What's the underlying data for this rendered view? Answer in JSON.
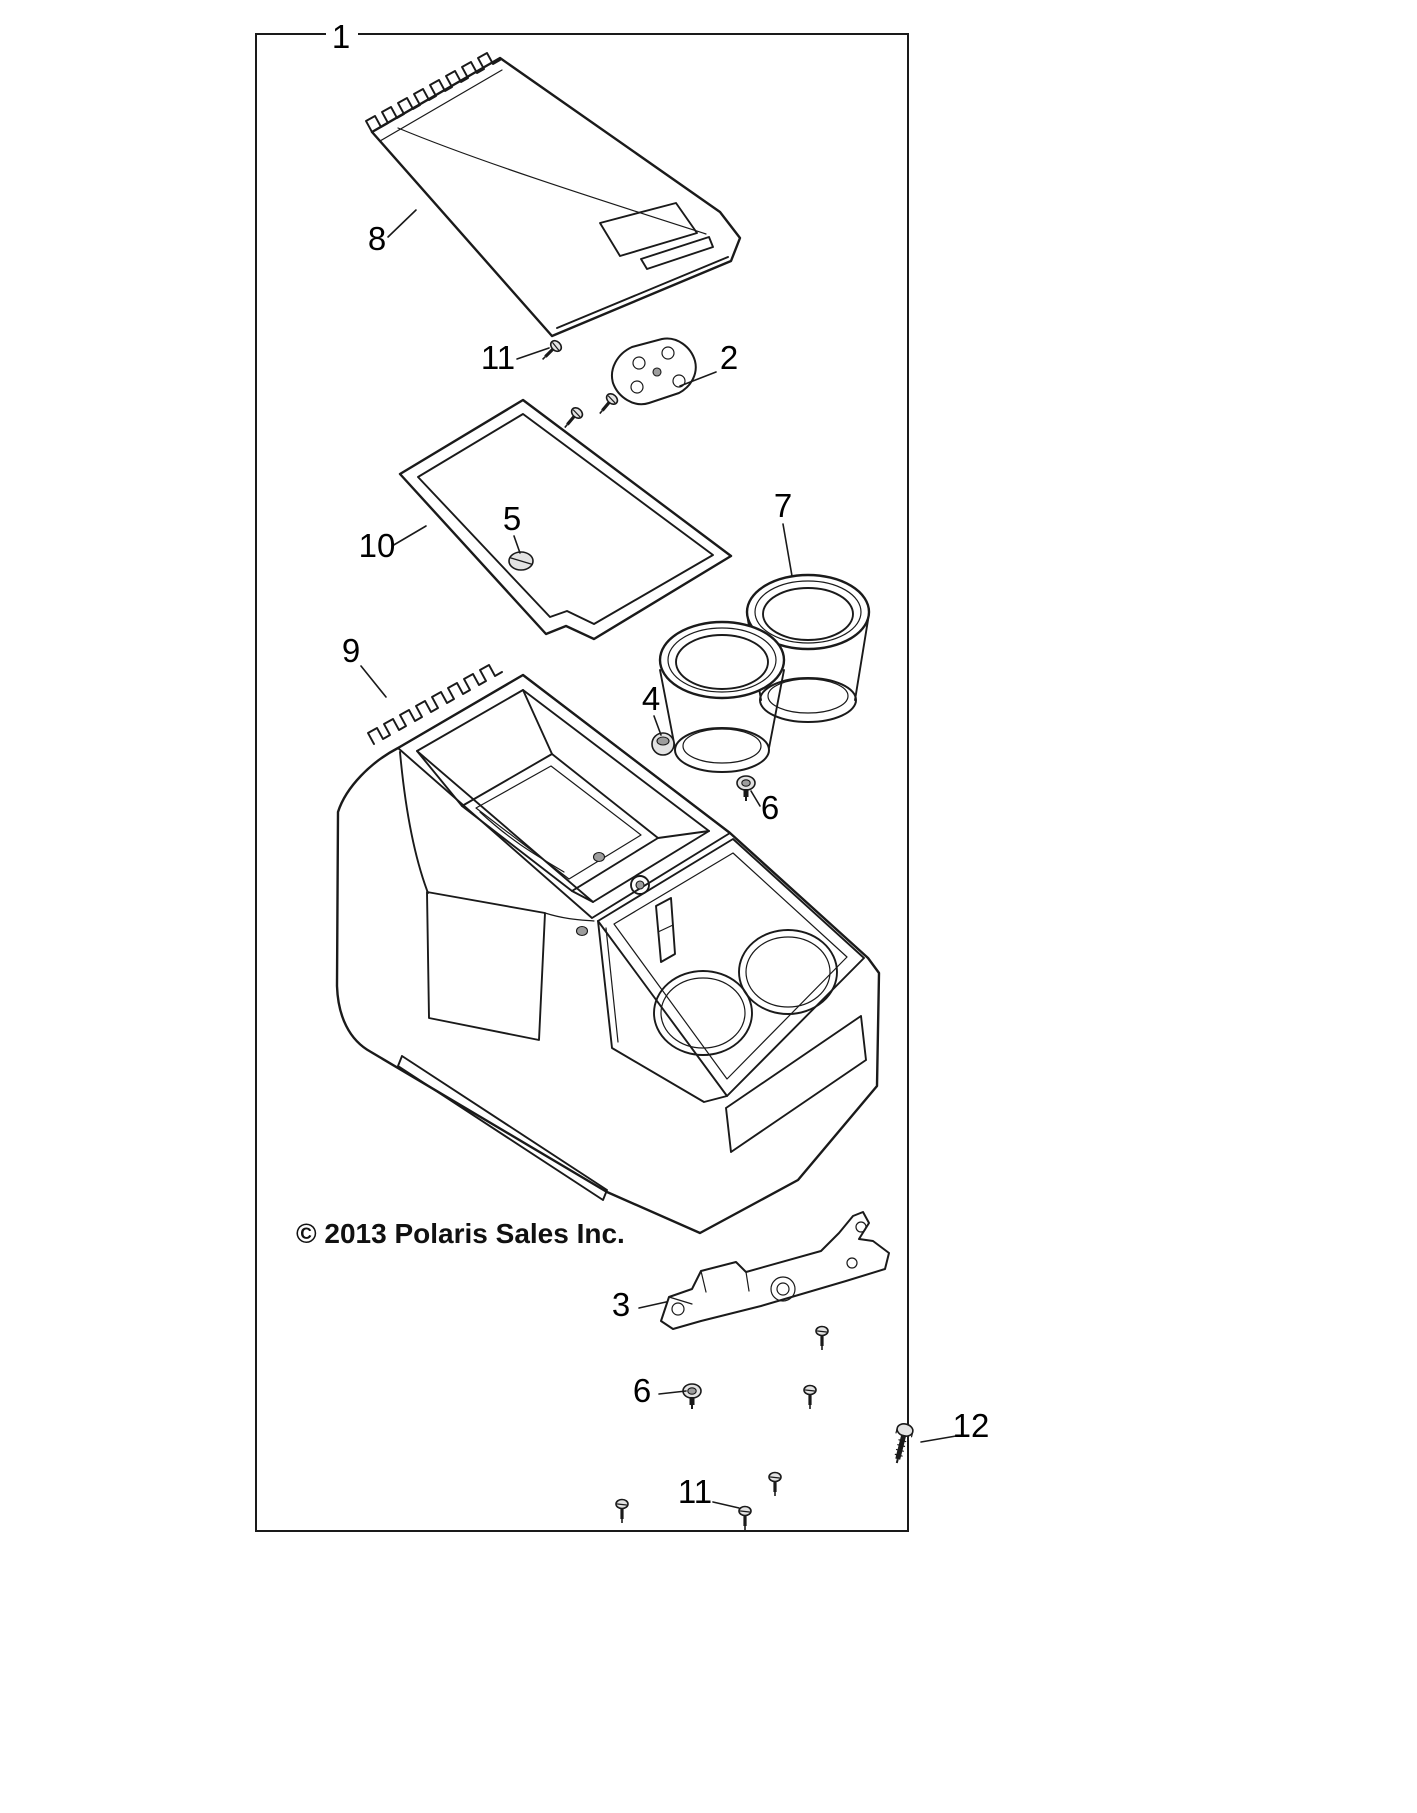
{
  "page": {
    "background_color": "#ffffff",
    "line_color": "#1a1a1a"
  },
  "diagram": {
    "copyright": "© 2013 Polaris Sales Inc.",
    "callouts": [
      {
        "label": "1"
      },
      {
        "label": "8"
      },
      {
        "label": "11"
      },
      {
        "label": "2"
      },
      {
        "label": "10"
      },
      {
        "label": "5"
      },
      {
        "label": "7"
      },
      {
        "label": "9"
      },
      {
        "label": "4"
      },
      {
        "label": "6"
      },
      {
        "label": "3"
      },
      {
        "label": "6"
      },
      {
        "label": "12"
      },
      {
        "label": "11"
      }
    ]
  }
}
